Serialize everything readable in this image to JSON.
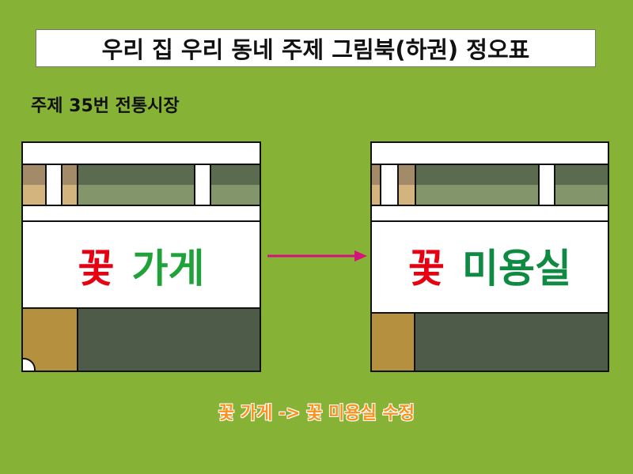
{
  "header": {
    "title": "우리 집 우리 동네 주제 그림북(하권) 정오표"
  },
  "section": {
    "subtitle": "주제 35번 전통시장"
  },
  "before_sign": {
    "word1": "꽃",
    "word2": "가게",
    "word1_color": "#e60012",
    "word2_color": "#1fa23a"
  },
  "after_sign": {
    "word1": "꽃",
    "word2": "미용실",
    "word1_color": "#e60012",
    "word2_color": "#0f8a43"
  },
  "arrow": {
    "color": "#d4147a",
    "icon": "right-arrow-icon"
  },
  "caption": {
    "text": "꽃 가게 -> 꽃 미용실 수정",
    "color": "#f7931e"
  },
  "colors": {
    "background": "#86b236",
    "shutter_dark": "#4e5b48",
    "door": "#b5913f"
  }
}
